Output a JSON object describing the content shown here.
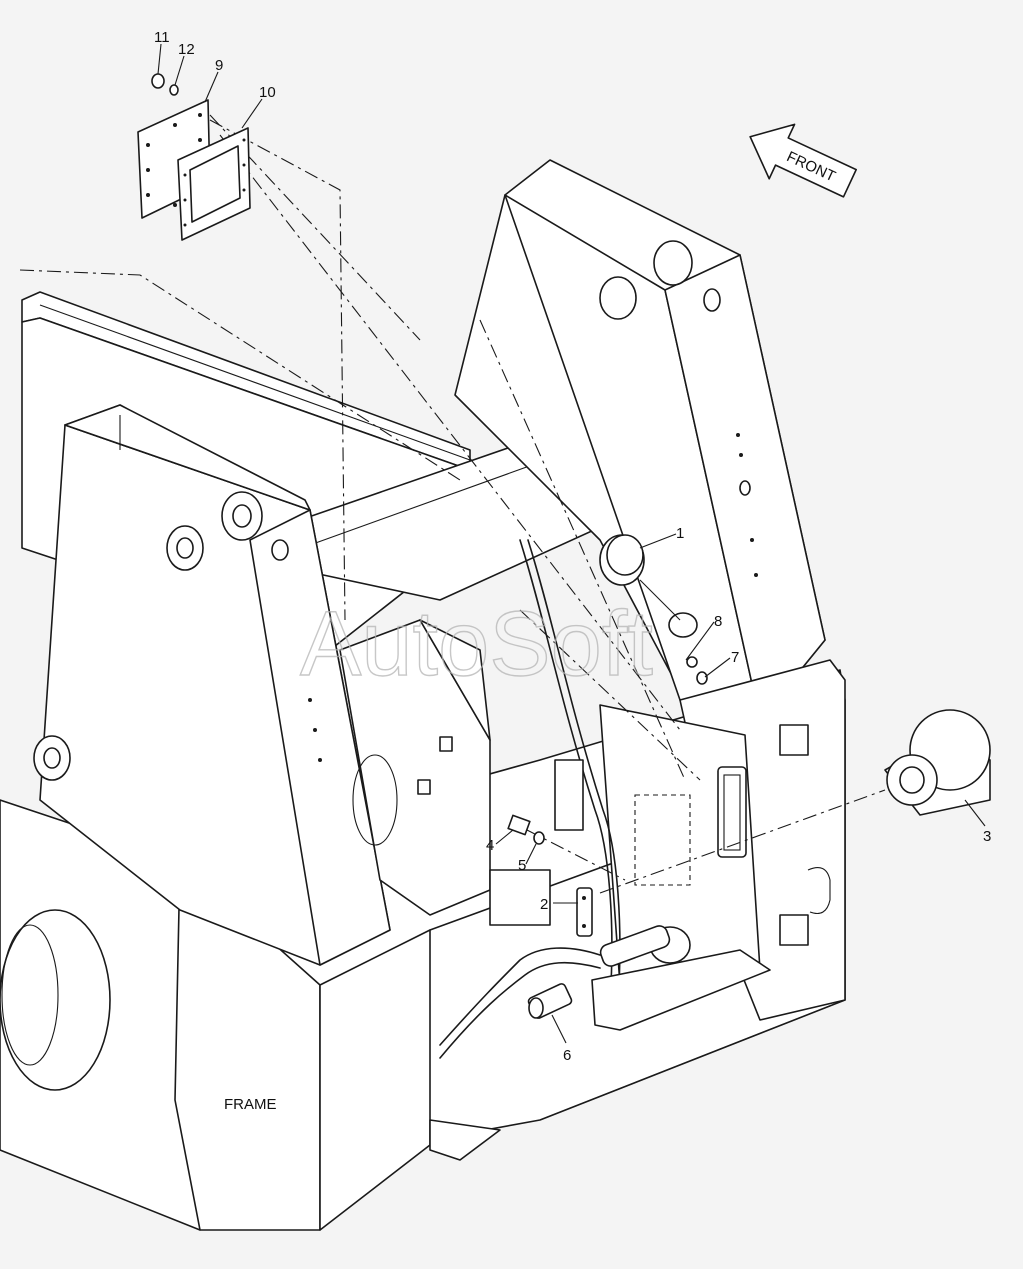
{
  "diagram": {
    "watermark": "AutoSoft",
    "direction_arrow": "FRONT",
    "frame_label": "FRAME",
    "callouts": [
      "1",
      "2",
      "3",
      "4",
      "5",
      "6",
      "7",
      "8",
      "9",
      "10",
      "11",
      "12"
    ]
  }
}
